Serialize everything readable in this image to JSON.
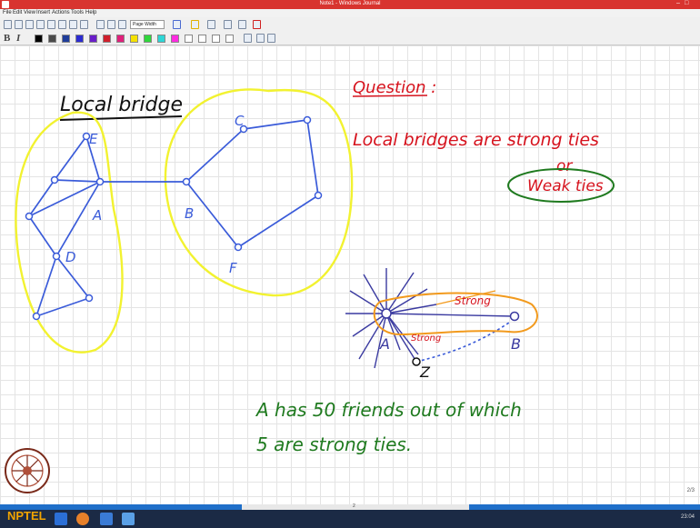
{
  "window": {
    "title": "Note1 - Windows Journal",
    "controls": [
      "–",
      "□"
    ]
  },
  "menu": {
    "items": [
      "File",
      "Edit",
      "View",
      "Insert",
      "Actions",
      "Tools",
      "Help"
    ]
  },
  "toolbar": {
    "zoom_value": "Page Width",
    "format_letters": [
      "B",
      "I"
    ],
    "colors": [
      "#000000",
      "#4a4a4a",
      "#1f3d9a",
      "#2b2bd1",
      "#6a1ec9",
      "#d01f2b",
      "#e0207a",
      "#f5e100",
      "#2fd63b",
      "#2dd6d6",
      "#ff2be0",
      "#ffffff",
      "#ffffff",
      "#ffffff",
      "#ffffff"
    ]
  },
  "note": {
    "title": "Local bridge",
    "question_heading": "Question :",
    "question_line1": "Local bridges are strong ties",
    "question_or": "or",
    "question_weak": "Weak ties",
    "graph_labels": {
      "E": "E",
      "A": "A",
      "D": "D",
      "C": "C",
      "B": "B",
      "F": "F"
    },
    "inset_labels": {
      "strong_top": "Strong",
      "strong_bottom": "Strong",
      "A": "A",
      "B": "B",
      "Z": "Z"
    },
    "fact_line1": "A has 50 friends out of which",
    "fact_line2": "5 are strong ties.",
    "colors": {
      "blue_ink": "#3a5bd9",
      "red_ink": "#d6121d",
      "green_ink": "#1f7a1f",
      "yellow_ink": "#f2f230",
      "orange_ink": "#f29a1d",
      "black_ink": "#111111"
    }
  },
  "status": {
    "page_indicator": "2/3",
    "page_number": "2"
  },
  "taskbar": {
    "clock": "23:04"
  },
  "branding": {
    "logo_text": "NPTEL"
  }
}
